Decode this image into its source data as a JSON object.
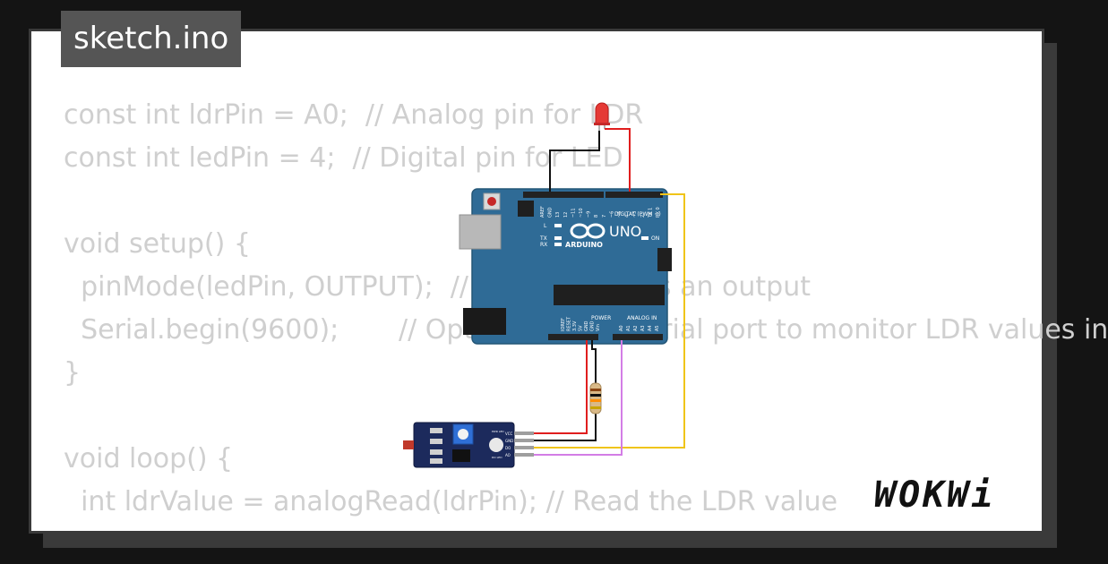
{
  "tab": {
    "label": "sketch.ino"
  },
  "code_lines": [
    "const int ldrPin = A0;  // Analog pin for LDR",
    "const int ledPin = 4;  // Digital pin for LED",
    "",
    "void setup() {",
    "  pinMode(ledPin, OUTPUT);  // Set LED pin as an output",
    "  Serial.begin(9600);       // Optional: Start serial port to monitor LDR values in",
    "}",
    "",
    "void loop() {",
    "  int ldrValue = analogRead(ldrPin); // Read the LDR value"
  ],
  "board": {
    "name": "UNO",
    "brand": "ARDUINO",
    "digital_header": "DIGITAL (PWM ~)",
    "analog_header": "ANALOG IN",
    "power_header": "POWER",
    "on_label": "ON",
    "tx_label": "TX",
    "rx_label": "RX",
    "l_label": "L",
    "top_pins": [
      "AREF",
      "GND",
      "13",
      "12",
      "~11",
      "~10",
      "~9",
      "8",
      "7",
      "~6",
      "~5",
      "4",
      "~3",
      "2",
      "TX 1",
      "RX 0"
    ],
    "power_pins": [
      "IOREF",
      "RESET",
      "3.3V",
      "5V",
      "GND",
      "GND",
      "Vin"
    ],
    "analog_pins": [
      "A0",
      "A1",
      "A2",
      "A3",
      "A4",
      "A5"
    ]
  },
  "sensor": {
    "pin_labels": [
      "VCC",
      "GND",
      "DO",
      "AO"
    ],
    "led_labels": [
      "PWR LED",
      "DO LED"
    ]
  },
  "logo": {
    "text": "WOKWi"
  },
  "colors": {
    "board": "#2f6b96",
    "wire_red": "#e01e1e",
    "wire_black": "#111111",
    "wire_yellow": "#f0c419",
    "wire_violet": "#d37de6",
    "code_text": "#cfcfcf",
    "tab_bg": "#555555"
  }
}
